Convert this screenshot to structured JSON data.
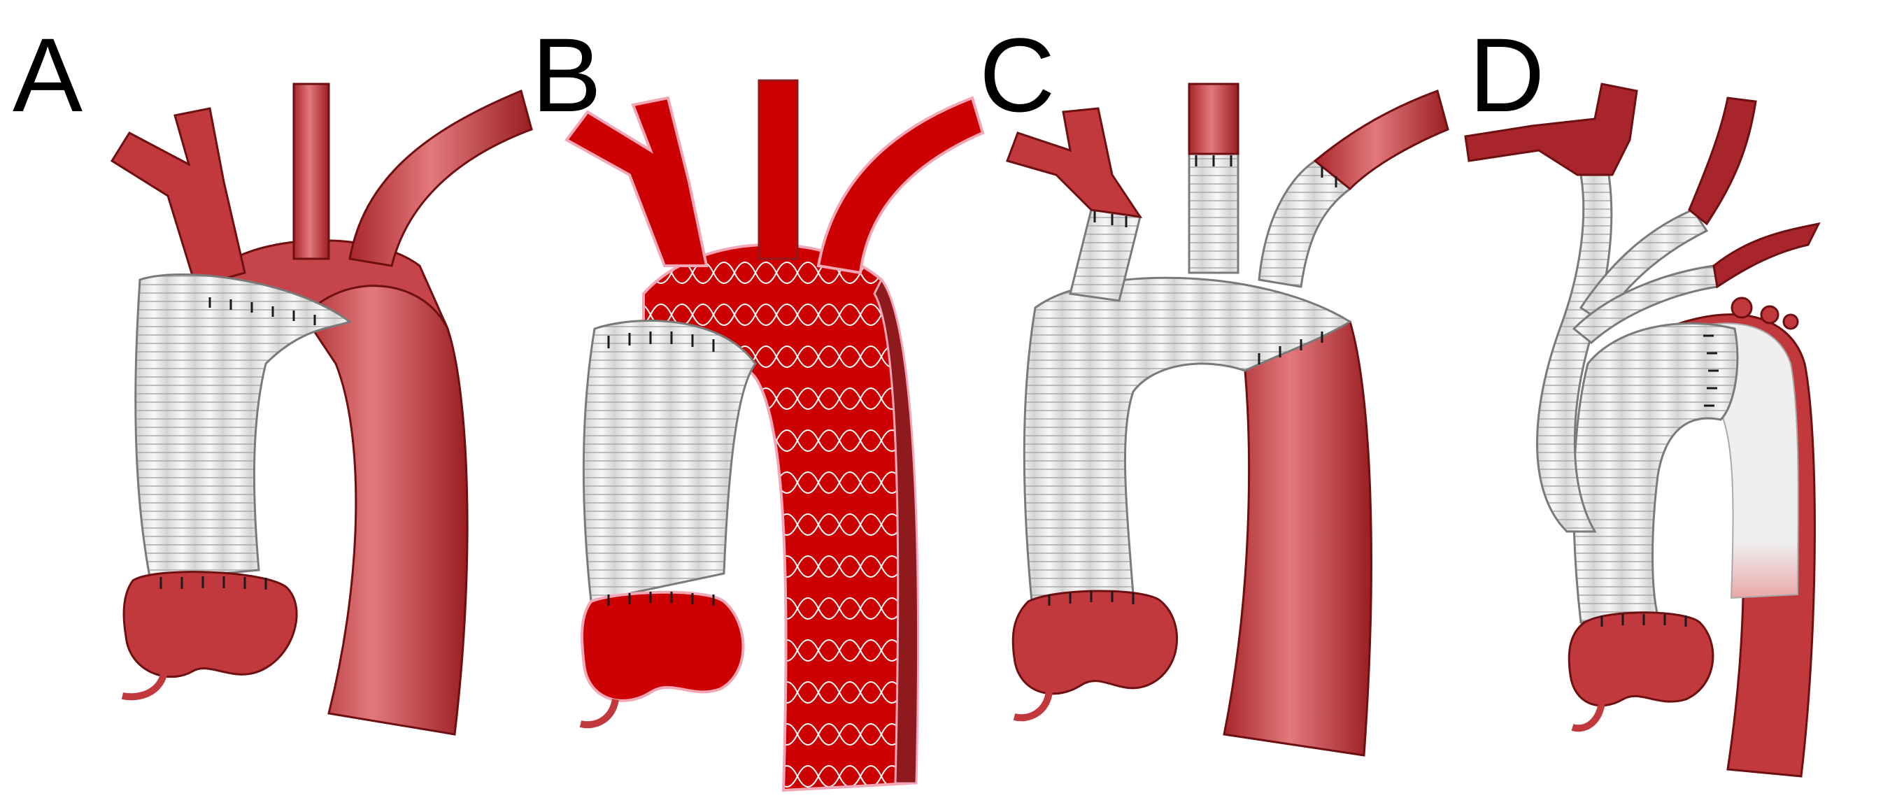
{
  "panels": [
    {
      "label": "A"
    },
    {
      "label": "B"
    },
    {
      "label": "C"
    },
    {
      "label": "D"
    }
  ],
  "colors": {
    "vessel": "#c2393d",
    "vessel_dark": "#8f1a1d",
    "vessel_light": "#e58b8d",
    "vessel_bright": "#cc0000",
    "vessel_outline": "#6e0f12",
    "graft": "#efefef",
    "graft_line": "#a9a9a9",
    "suture": "#1a1a1a",
    "stent_wire": "#ffffff",
    "pink_edge": "#f2a6b6"
  }
}
